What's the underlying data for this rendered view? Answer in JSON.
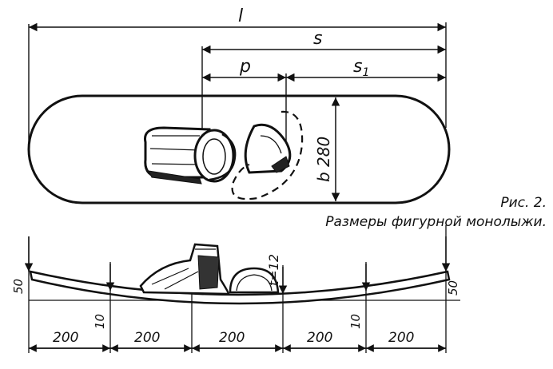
{
  "caption": {
    "figure_label": "Рис. 2.",
    "title": "Размеры фигурной монолыжи."
  },
  "top_view": {
    "dim_total_length": "l",
    "dim_s": "s",
    "dim_p": "p",
    "dim_s1": "s",
    "dim_s1_subscript": "1",
    "dim_width": "b 280"
  },
  "side_view": {
    "thickness": "t=12",
    "end_height_left": "50",
    "end_height_right": "50",
    "inner_height_left": "10",
    "inner_height_right": "10",
    "segments": [
      "200",
      "200",
      "200",
      "200",
      "200"
    ]
  },
  "colors": {
    "ink": "#111111",
    "background": "#ffffff"
  }
}
